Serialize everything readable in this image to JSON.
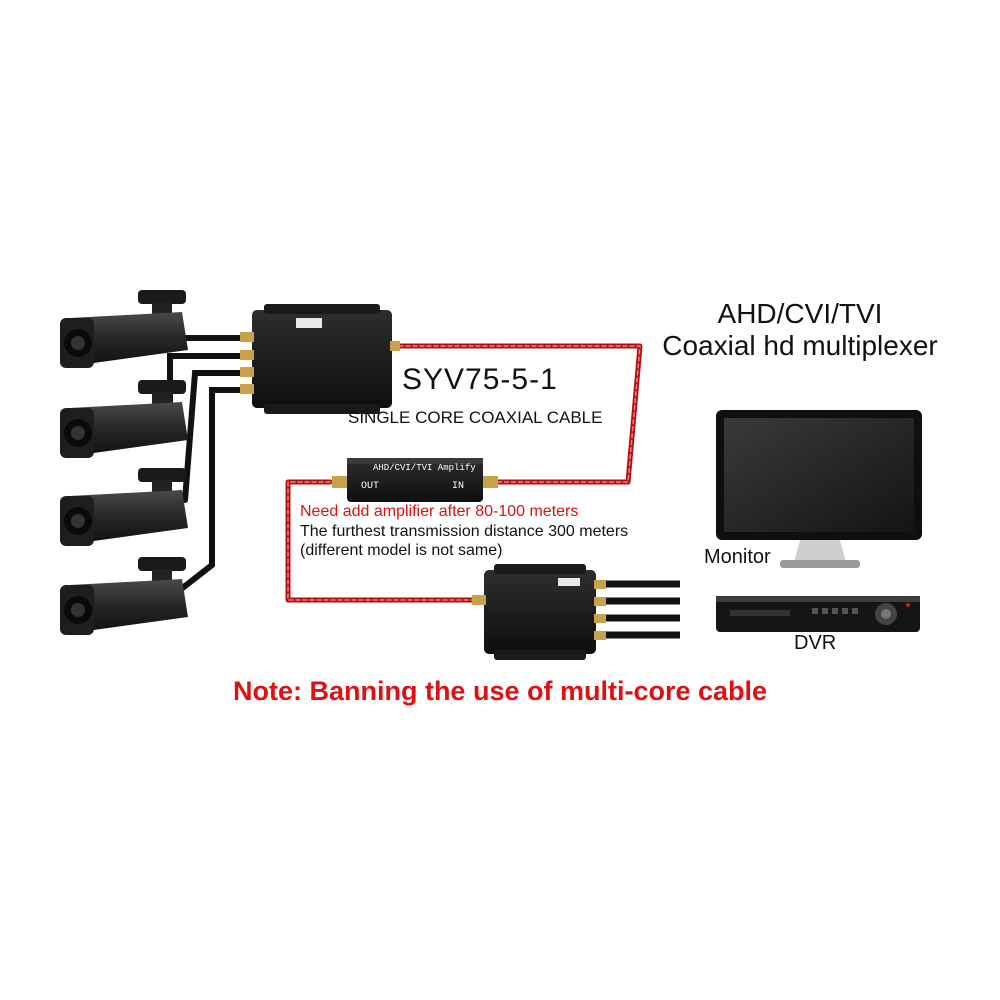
{
  "title": {
    "line1": "AHD/CVI/TVI",
    "line2": "Coaxial hd multiplexer"
  },
  "cable": {
    "model": "SYV75-5-1",
    "type": "SINGLE CORE COAXIAL CABLE"
  },
  "amplifier": {
    "label": "AHD/CVI/TVI Amplify",
    "port_out": "OUT",
    "port_in": "IN"
  },
  "notes": {
    "amplifier_required": "Need add amplifier after 80-100 meters",
    "distance": "The furthest transmission distance 300 meters",
    "model_variance": "(different model is not same)",
    "banner": "Note:  Banning the use of multi-core cable"
  },
  "devices": {
    "monitor": "Monitor",
    "dvr": "DVR",
    "cameras": [
      "camera-1",
      "camera-2",
      "camera-3",
      "camera-4"
    ]
  },
  "colors": {
    "note_red": "#e01010",
    "cable_red": "#d01818",
    "device_black": "#1b1b1b"
  }
}
